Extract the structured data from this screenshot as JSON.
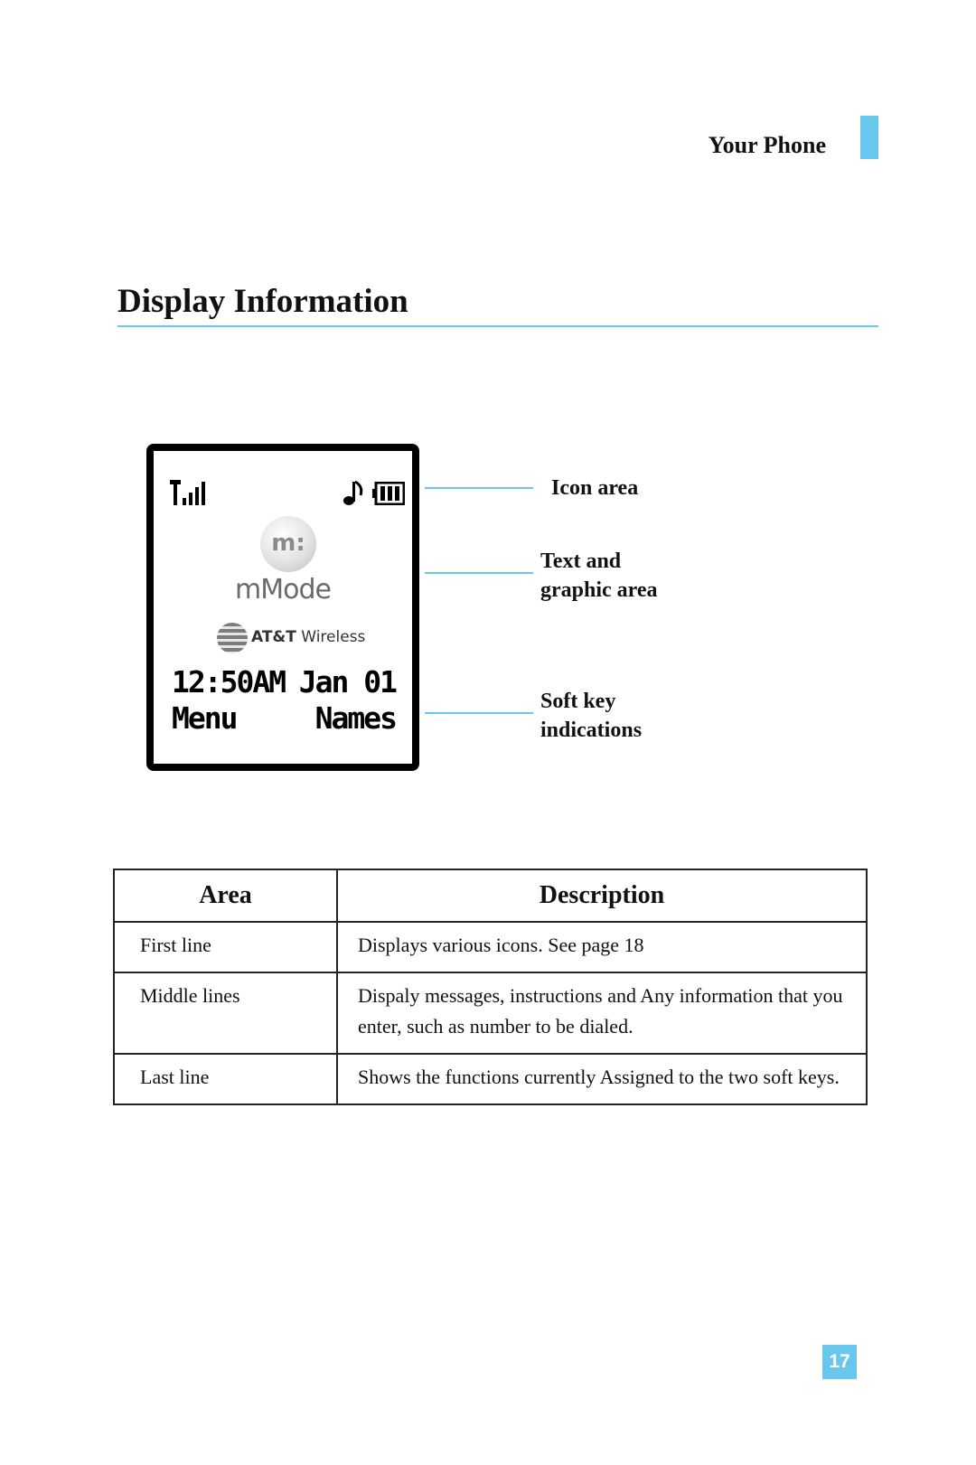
{
  "header": {
    "section_label": "Your Phone"
  },
  "title": "Display Information",
  "phone_display": {
    "icons": [
      "signal-icon",
      "ringer-icon",
      "battery-icon"
    ],
    "logo_badge": "m:",
    "logo_wordmark": "mMode",
    "carrier_brand": "AT&T",
    "carrier_suffix": "Wireless",
    "time": "12:50AM",
    "date": "Jan 01",
    "left_softkey": "Menu",
    "right_softkey": "Names"
  },
  "callouts": {
    "icon_area": "Icon area",
    "text_area_line1": "Text and",
    "text_area_line2": "graphic area",
    "softkey_line1": "Soft key",
    "softkey_line2": "indications"
  },
  "table": {
    "headers": [
      "Area",
      "Description"
    ],
    "rows": [
      {
        "area": "First line",
        "description": "Displays various icons. See page 18"
      },
      {
        "area": "Middle lines",
        "description": "Dispaly messages, instructions and Any information that you enter, such as number to be dialed."
      },
      {
        "area": "Last line",
        "description": "Shows the functions currently Assigned to the two soft keys."
      }
    ]
  },
  "page_number": "17",
  "colors": {
    "accent": "#69c7ee",
    "text": "#111111"
  }
}
